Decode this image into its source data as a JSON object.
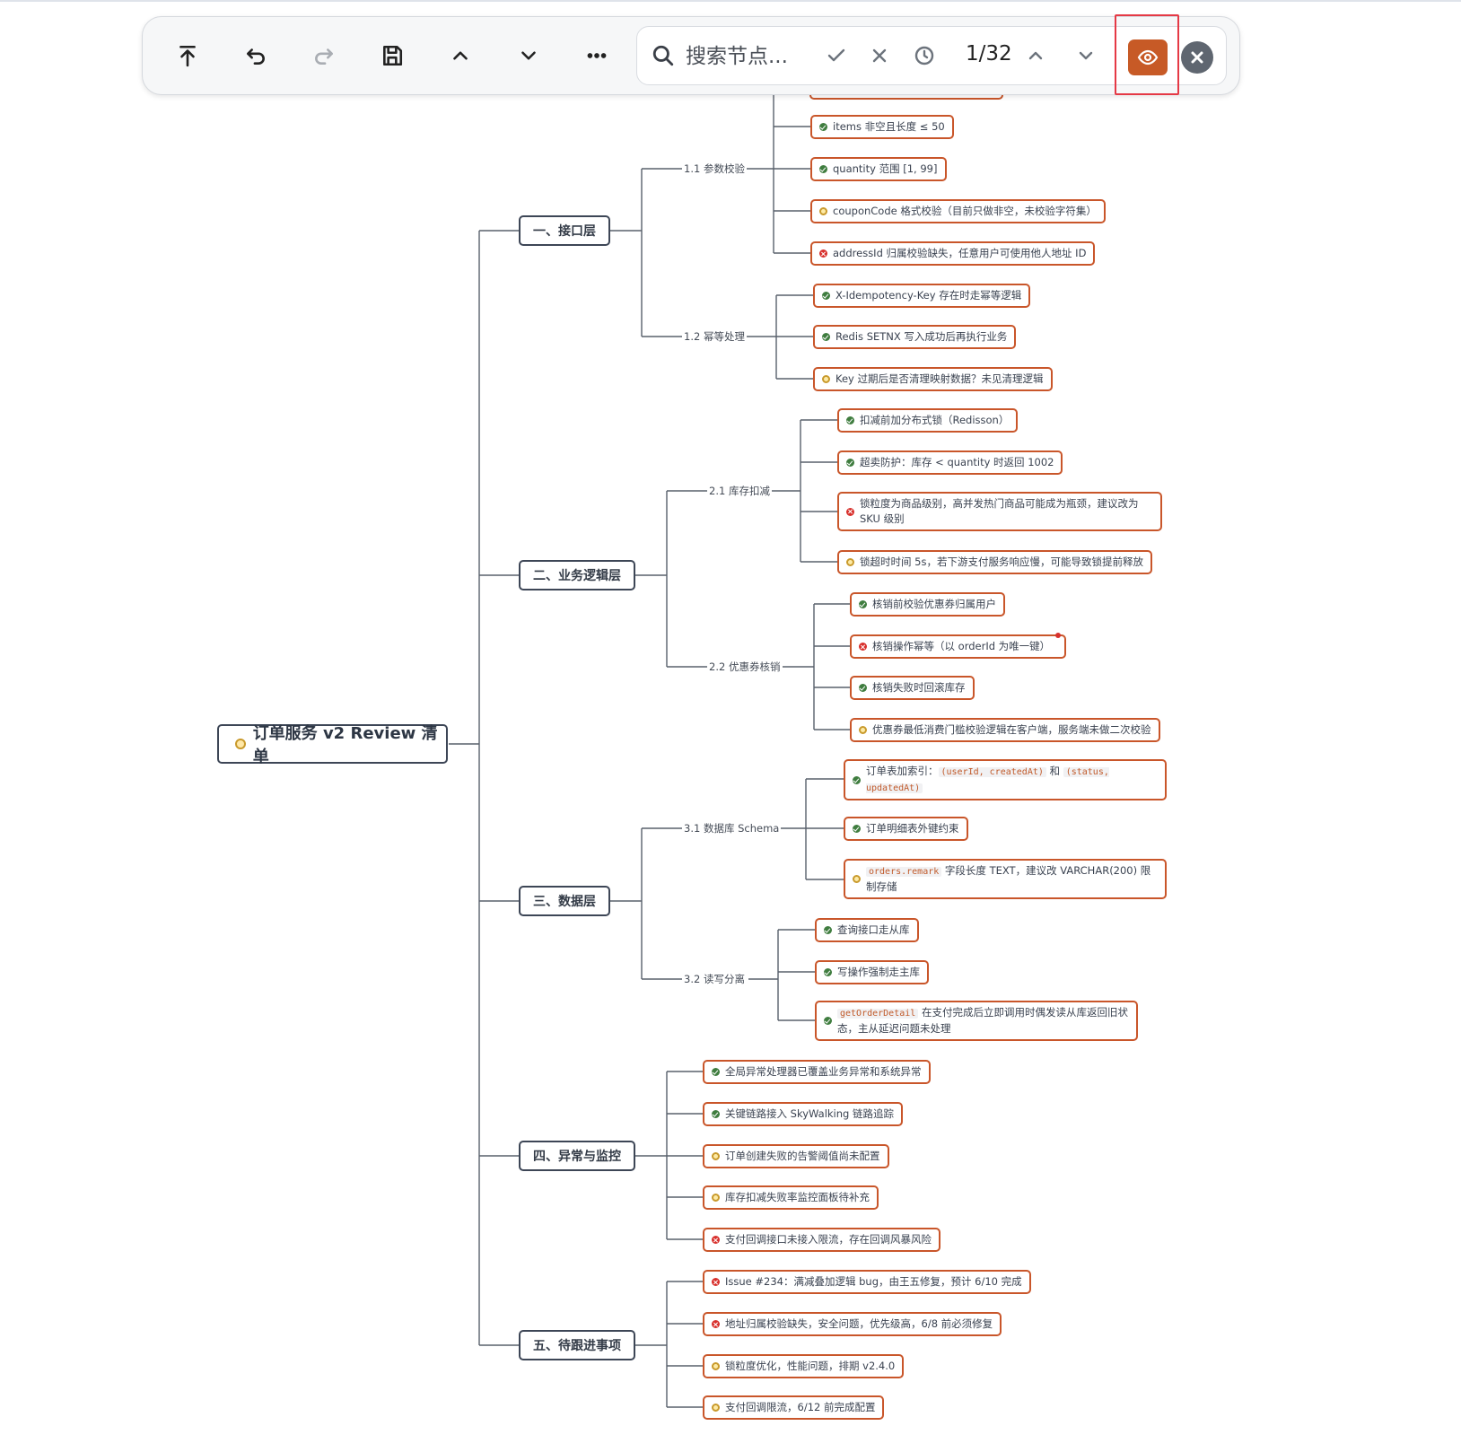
{
  "toolbar": {
    "buttons": [
      "scroll-to-top",
      "undo",
      "redo",
      "save",
      "collapse",
      "expand",
      "more"
    ],
    "search": {
      "placeholder": "搜索节点...",
      "counter": "1/32"
    },
    "eye_active_color": "#c75a26"
  },
  "mindmap": {
    "root": {
      "label": "订单服务 v2 Review 清单",
      "status": "warn"
    },
    "categories": [
      {
        "label": "一、接口层",
        "subs": [
          {
            "label": "1.1 参数校验",
            "items": [
              {
                "status": "ok",
                "text": "items 非空且长度 ≤ 50"
              },
              {
                "status": "ok",
                "text": "quantity 范围 [1, 99]"
              },
              {
                "status": "warn",
                "text": "couponCode 格式校验（目前只做非空，未校验字符集）"
              },
              {
                "status": "err",
                "text": "addressId 归属校验缺失，任意用户可使用他人地址 ID"
              }
            ]
          },
          {
            "label": "1.2 幂等处理",
            "items": [
              {
                "status": "ok",
                "text": "X-Idempotency-Key 存在时走幂等逻辑"
              },
              {
                "status": "ok",
                "text": "Redis SETNX 写入成功后再执行业务"
              },
              {
                "status": "warn",
                "text": "Key 过期后是否清理映射数据？未见清理逻辑"
              }
            ]
          }
        ]
      },
      {
        "label": "二、业务逻辑层",
        "subs": [
          {
            "label": "2.1 库存扣减",
            "items": [
              {
                "status": "ok",
                "text": "扣减前加分布式锁（Redisson）"
              },
              {
                "status": "ok",
                "text": "超卖防护：库存 < quantity 时返回 1002"
              },
              {
                "status": "err",
                "text": "锁粒度为商品级别，高并发热门商品可能成为瓶颈，建议改为 SKU 级别"
              },
              {
                "status": "warn",
                "text": "锁超时时间 5s，若下游支付服务响应慢，可能导致锁提前释放"
              }
            ]
          },
          {
            "label": "2.2 优惠券核销",
            "items": [
              {
                "status": "ok",
                "text": "核销前校验优惠券归属用户"
              },
              {
                "status": "err",
                "text": "核销操作幂等（以 orderId 为唯一键）"
              },
              {
                "status": "ok",
                "text": "核销失败时回滚库存"
              },
              {
                "status": "warn",
                "text": "优惠券最低消费门槛校验逻辑在客户端，服务端未做二次校验"
              }
            ]
          }
        ]
      },
      {
        "label": "三、数据层",
        "subs": [
          {
            "label": "3.1 数据库 Schema",
            "items": [
              {
                "status": "ok",
                "text_pre": "订单表加索引：",
                "code1": "(userId, createdAt)",
                "text_mid": " 和 ",
                "code2": "(status, updatedAt)"
              },
              {
                "status": "ok",
                "text": "订单明细表外键约束"
              },
              {
                "status": "warn",
                "code1": "orders.remark",
                "text_post": " 字段长度 TEXT，建议改 VARCHAR(200) 限制存储"
              }
            ]
          },
          {
            "label": "3.2 读写分离",
            "items": [
              {
                "status": "ok",
                "text": "查询接口走从库"
              },
              {
                "status": "ok",
                "text": "写操作强制走主库"
              },
              {
                "status": "ok",
                "code1": "getOrderDetail",
                "text_post": " 在支付完成后立即调用时偶发读从库返回旧状态，主从延迟问题未处理"
              }
            ]
          }
        ]
      },
      {
        "label": "四、异常与监控",
        "items": [
          {
            "status": "ok",
            "text": "全局异常处理器已覆盖业务异常和系统异常"
          },
          {
            "status": "ok",
            "text": "关键链路接入 SkyWalking 链路追踪"
          },
          {
            "status": "warn",
            "text": "订单创建失败的告警阈值尚未配置"
          },
          {
            "status": "warn",
            "text": "库存扣减失败率监控面板待补充"
          },
          {
            "status": "err",
            "text": "支付回调接口未接入限流，存在回调风暴风险"
          }
        ]
      },
      {
        "label": "五、待跟进事项",
        "items": [
          {
            "status": "err",
            "text": "Issue #234：满减叠加逻辑 bug，由王五修复，预计 6/10 完成"
          },
          {
            "status": "err",
            "text": "地址归属校验缺失，安全问题，优先级高，6/8 前必须修复"
          },
          {
            "status": "warn",
            "text": "锁粒度优化，性能问题，排期 v2.4.0"
          },
          {
            "status": "warn",
            "text": "支付回调限流，6/12 前完成配置"
          }
        ]
      }
    ]
  },
  "colors": {
    "leaf_border": "#c9562a",
    "node_border": "#3d4656",
    "ok": "#3f7d3f",
    "warn": "#c99a2c",
    "err": "#d8312d",
    "highlight": "#e53945"
  }
}
